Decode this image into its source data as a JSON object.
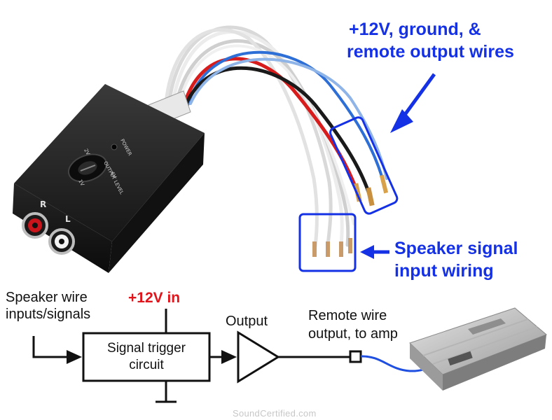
{
  "callouts": {
    "top_line1": "+12V, ground, &",
    "top_line2": "remote output wires",
    "speaker_line1": "Speaker signal",
    "speaker_line2": "input wiring"
  },
  "device": {
    "power_label": "POWER",
    "output_level_label": "OUTPUT LEVEL",
    "level_low": "2V",
    "level_high": "6V",
    "level_mark": "1V",
    "channel_right": "R",
    "channel_left": "L"
  },
  "schematic": {
    "input_line1": "Speaker wire",
    "input_line2": "inputs/signals",
    "power_in": "+12V in",
    "block_line1": "Signal trigger",
    "block_line2": "circuit",
    "output": "Output",
    "remote_line1": "Remote wire",
    "remote_line2": "output, to amp"
  },
  "watermark": "SoundCertified.com",
  "colors": {
    "callout_blue": "#1531e6",
    "power_red": "#e0141b",
    "wire_red": "#d81c1c",
    "wire_blue": "#2d6fd6",
    "wire_black": "#1a1a1a",
    "wire_white": "#e6e6e6",
    "remote_wire": "#1f4fe0"
  }
}
